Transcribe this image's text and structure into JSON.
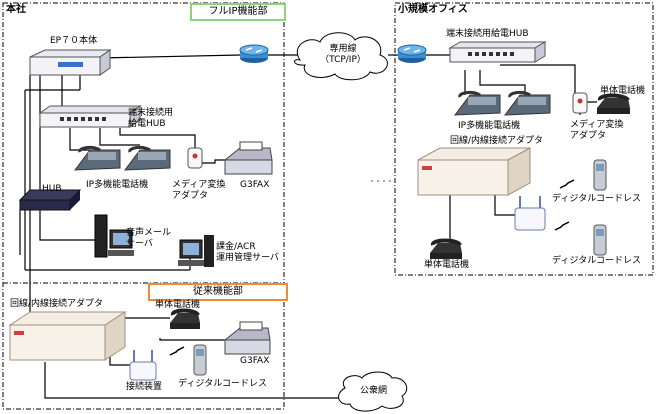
{
  "regions": {
    "honsha": "本社",
    "small_office": "小規模オフィス"
  },
  "banners": {
    "full_ip": "フルIP機能部",
    "legacy": "従来機能部"
  },
  "colors": {
    "full_ip_border": "#8ed37a",
    "legacy_border": "#f08a3a",
    "router": "#3a8fd0"
  },
  "labels": {
    "ep70": "EP７０本体",
    "leased_line_1": "専用線",
    "leased_line_2": "（TCP/IP）",
    "poe_hub_main_1": "端末接続用",
    "poe_hub_main_2": "給電HUB",
    "ip_phone_main": "IP多機能電話機",
    "media_conv_main_1": "メディア変換",
    "media_conv_main_2": "アダプタ",
    "g3fax_main": "G3FAX",
    "hub": "HUB",
    "voicemail_1": "音声メール",
    "voicemail_2": "サーバ",
    "billing_1": "課金/ACR",
    "billing_2": "運用管理サーバ",
    "poe_hub_office": "端末接続用給電HUB",
    "ip_phone_office": "IP多機能電話機",
    "single_phone_office": "単体電話機",
    "media_conv_office_1": "メディア変換",
    "media_conv_office_2": "アダプタ",
    "line_adapter_office": "回線/内線接続アダプタ",
    "dect_office_1": "ディジタルコードレス",
    "dect_office_2": "ディジタルコードレス",
    "single_phone_office_bottom": "単体電話機",
    "line_adapter_legacy": "回線/内線接続アダプタ",
    "single_phone_legacy": "単体電話機",
    "g3fax_legacy": "G3FAX",
    "base_station": "接続装置",
    "dect_legacy": "ディジタルコードレス",
    "public_network": "公衆網"
  }
}
